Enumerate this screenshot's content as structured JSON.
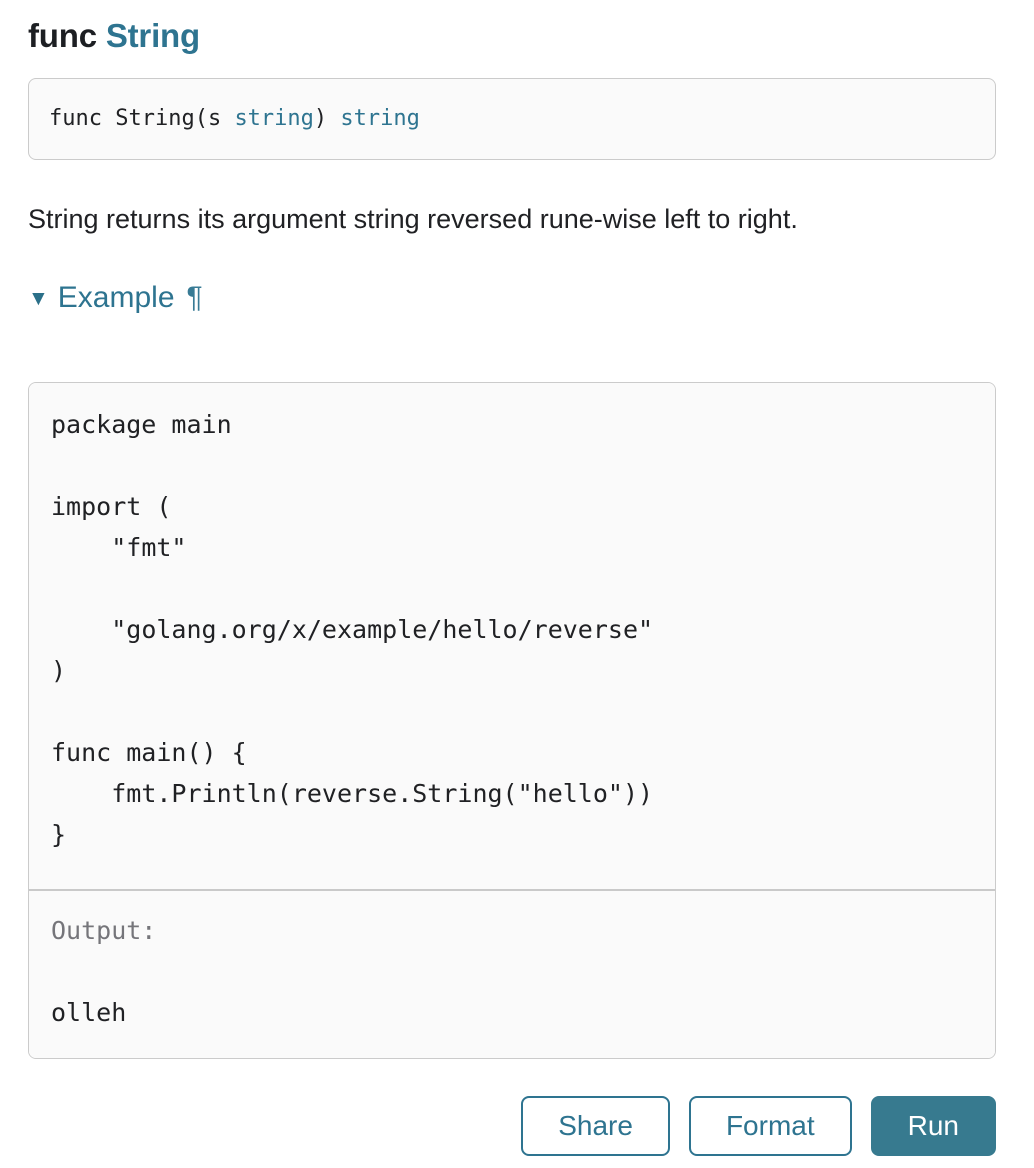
{
  "title": {
    "keyword": "func ",
    "name": "String"
  },
  "declaration": {
    "t1": "func String(s ",
    "t2": "string",
    "t3": ") ",
    "t4": "string"
  },
  "description": "String returns its argument string reversed rune-wise left to right.",
  "example": {
    "toggle_icon": "▼",
    "label": "Example",
    "pilcrow": "¶",
    "code": "package main\n\nimport (\n\t\"fmt\"\n\n\t\"golang.org/x/example/hello/reverse\"\n)\n\nfunc main() {\n\tfmt.Println(reverse.String(\"hello\"))\n}",
    "output_label": "Output:",
    "output_value": "olleh"
  },
  "buttons": {
    "share": "Share",
    "format": "Format",
    "run": "Run"
  },
  "colors": {
    "accent": "#2e7490",
    "run_button_fill": "#377a8f",
    "panel_background": "#fafafa",
    "panel_border": "#cbcbcb",
    "body_text": "#202124",
    "muted_text": "#75757a"
  }
}
